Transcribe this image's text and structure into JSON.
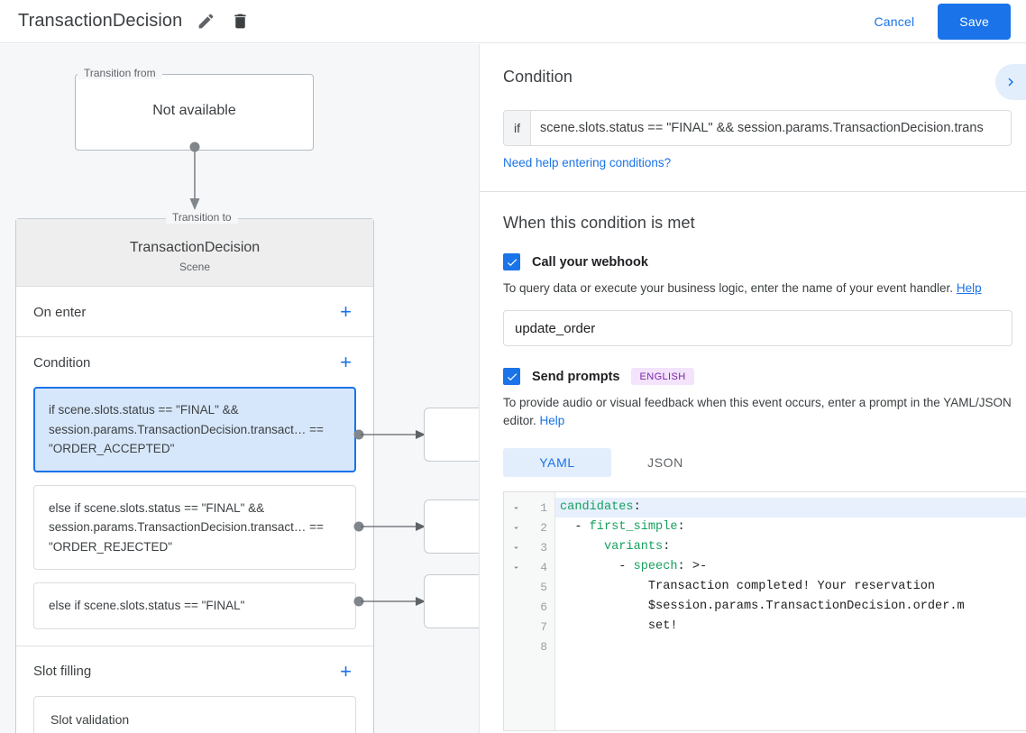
{
  "topbar": {
    "title": "TransactionDecision",
    "edit_icon": "pencil-icon",
    "delete_icon": "trash-icon",
    "cancel_label": "Cancel",
    "save_label": "Save",
    "accent_blue": "#1a73e8"
  },
  "left_panel": {
    "transition_from": {
      "legend": "Transition from",
      "value": "Not available"
    },
    "transition_to": {
      "legend": "Transition to",
      "name": "TransactionDecision",
      "type": "Scene"
    },
    "sections": [
      {
        "title": "On enter",
        "add_label": "+"
      },
      {
        "title": "Condition",
        "add_label": "+"
      },
      {
        "title": "Slot filling",
        "add_label": "+"
      }
    ],
    "conditions": [
      {
        "text": "if scene.slots.status == \"FINAL\" && session.params.TransactionDecision.transact… == \"ORDER_ACCEPTED\"",
        "selected": true
      },
      {
        "text": "else if scene.slots.status == \"FINAL\" && session.params.TransactionDecision.transact… == \"ORDER_REJECTED\"",
        "selected": false
      },
      {
        "text": "else if scene.slots.status == \"FINAL\"",
        "selected": false
      }
    ],
    "slot_filling_items": [
      {
        "text": "Slot validation"
      }
    ]
  },
  "right_panel": {
    "condition_header": "Condition",
    "collapse_icon": "chevron-right-icon",
    "if_prefix": "if",
    "condition_value": "scene.slots.status == \"FINAL\" && session.params.TransactionDecision.trans",
    "need_help_link": "Need help entering conditions?",
    "when_met_header": "When this condition is met",
    "webhook": {
      "label": "Call your webhook",
      "checked": true,
      "description": "To query data or execute your business logic, enter the name of your event handler.",
      "help_label": "Help",
      "value": "update_order"
    },
    "prompts": {
      "label": "Send prompts",
      "checked": true,
      "badge": "ENGLISH",
      "badge_bg": "#f3e3fb",
      "badge_fg": "#7b26a8",
      "description": "To provide audio or visual feedback when this event occurs, enter a prompt in the YAML/JSON editor.",
      "help_label": "Help",
      "tabs": [
        {
          "label": "YAML",
          "active": true
        },
        {
          "label": "JSON",
          "active": false
        }
      ]
    },
    "editor": {
      "language": "yaml",
      "active_line": 1,
      "lines": [
        {
          "n": "1",
          "fold": true,
          "segments": [
            {
              "t": "candidates",
              "c": "k"
            },
            {
              "t": ":",
              "c": "p"
            }
          ]
        },
        {
          "n": "2",
          "fold": true,
          "segments": [
            {
              "t": "  - ",
              "c": "p"
            },
            {
              "t": "first_simple",
              "c": "k"
            },
            {
              "t": ":",
              "c": "p"
            }
          ]
        },
        {
          "n": "3",
          "fold": true,
          "segments": [
            {
              "t": "      ",
              "c": "p"
            },
            {
              "t": "variants",
              "c": "k"
            },
            {
              "t": ":",
              "c": "p"
            }
          ]
        },
        {
          "n": "4",
          "fold": true,
          "segments": [
            {
              "t": "        - ",
              "c": "p"
            },
            {
              "t": "speech",
              "c": "k"
            },
            {
              "t": ": >-",
              "c": "p"
            }
          ]
        },
        {
          "n": "5",
          "fold": false,
          "segments": [
            {
              "t": "            Transaction completed! Your reservation",
              "c": "t"
            }
          ]
        },
        {
          "n": "6",
          "fold": false,
          "segments": [
            {
              "t": "            $session.params.TransactionDecision.order.m",
              "c": "t"
            }
          ]
        },
        {
          "n": "7",
          "fold": false,
          "segments": [
            {
              "t": "            set!",
              "c": "t"
            }
          ]
        },
        {
          "n": "8",
          "fold": false,
          "segments": []
        }
      ]
    }
  }
}
